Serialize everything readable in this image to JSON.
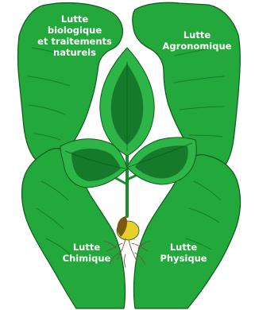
{
  "colors": {
    "hand": "#22a83b",
    "outline": "#0e5a1c",
    "leaf_light": "#2eb548",
    "leaf_dark": "#157a2a",
    "stem": "#1b8a31",
    "seed": "#e9cf2a",
    "seed_shell": "#7a5a12",
    "root": "#6b5a3c",
    "label_text": "#ffffff"
  },
  "labels": {
    "biologique": [
      "Lutte",
      "biologique",
      "et traitements",
      "naturels"
    ],
    "agronomique": [
      "Lutte",
      "Agronomique"
    ],
    "chimique": [
      "Lutte",
      "Chimique"
    ],
    "physique": [
      "Lutte",
      "Physique"
    ]
  },
  "icons": {
    "hands": "cupped-hands-icon",
    "plant": "seedling-icon",
    "seed": "seed-icon"
  }
}
